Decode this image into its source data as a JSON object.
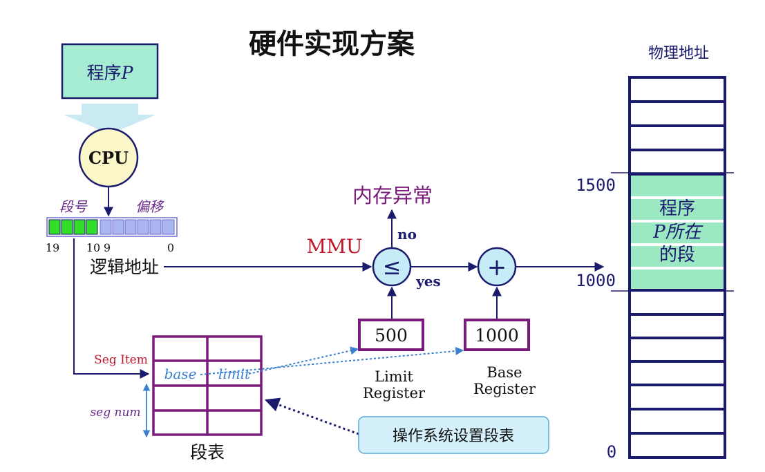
{
  "title": "硬件实现方案",
  "program_box": {
    "label_cn": "程序",
    "label_var": "P"
  },
  "cpu": {
    "label": "CPU"
  },
  "logical_address": {
    "seg_label": "段号",
    "offset_label": "偏移",
    "bit_labels": [
      "19",
      "10",
      "9",
      "0"
    ],
    "label": "逻辑地址"
  },
  "mmu": {
    "label": "MMU",
    "compare_symbol": "≤",
    "add_symbol": "+"
  },
  "exception": {
    "label": "内存异常",
    "no_label": "no",
    "yes_label": "yes"
  },
  "limit_register": {
    "value": "500",
    "label_line1": "Limit",
    "label_line2": "Register"
  },
  "base_register": {
    "value": "1000",
    "label_line1": "Base",
    "label_line2": "Register"
  },
  "segment_table": {
    "label": "段表",
    "seg_item_label": "Seg Item",
    "seg_num_label": "seg num",
    "base_label": "base",
    "limit_label": "limit"
  },
  "os_note": {
    "label": "操作系统设置段表"
  },
  "physical_memory": {
    "title": "物理地址",
    "marker_1500": "1500",
    "marker_1000": "1000",
    "marker_0": "0",
    "segment_line1": "程序",
    "segment_line2": "P所在",
    "segment_line3": "的段"
  },
  "colors": {
    "dark_navy": "#1b1b6e",
    "purple": "#7a1a7a",
    "program_fill": "#a6ecd2",
    "segment_fill": "#9be8c3",
    "cpu_fill": "#fbf7c9",
    "bit_green": "#33dd2a",
    "bit_blue": "#a9b6ef",
    "mmu_red": "#c0182b",
    "circle_fill": "#c6ecf7",
    "note_fill": "#d4f1fb",
    "dotted_blue": "#3a7fd0",
    "seg_item_red": "#c0182b"
  }
}
